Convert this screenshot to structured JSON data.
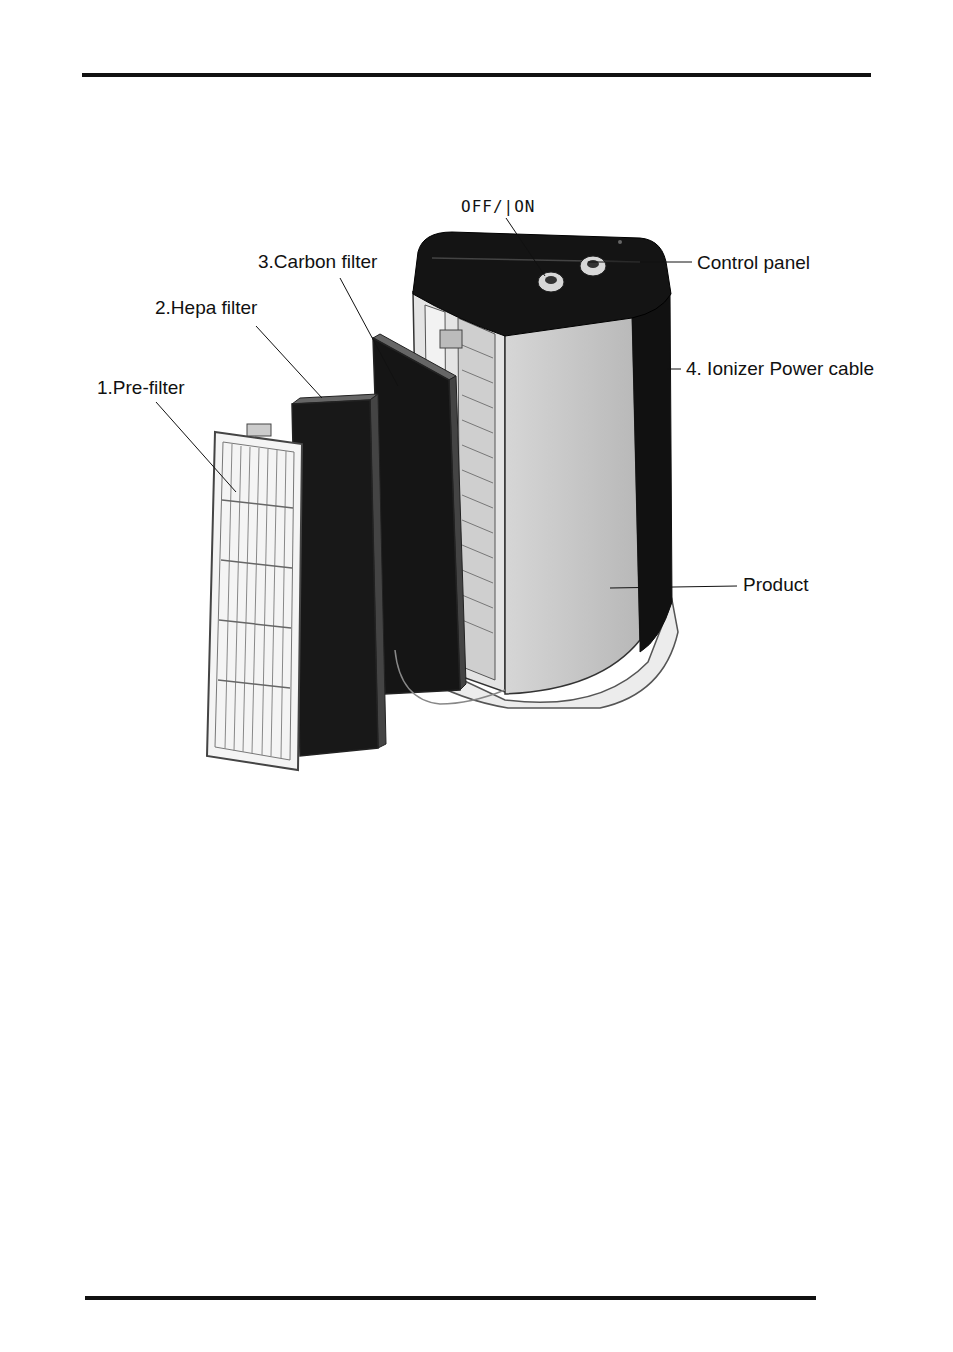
{
  "diagram": {
    "labels": [
      "OFF/|ON",
      "Control panel",
      "3.Carbon filter",
      "2.Hepa filter",
      "1.Pre-filter",
      "4. Ionizer Power cable",
      "Product"
    ]
  }
}
